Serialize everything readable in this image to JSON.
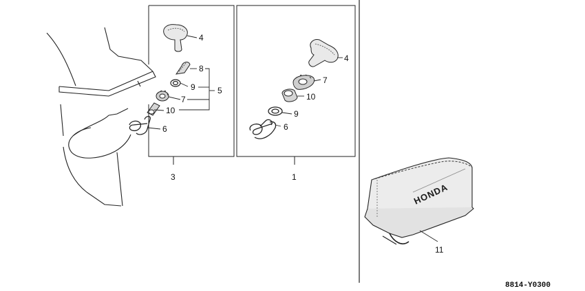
{
  "diagram": {
    "callouts": {
      "left_4": "4",
      "left_8": "8",
      "left_9": "9",
      "left_5": "5",
      "left_7": "7",
      "left_10": "10",
      "left_6": "6",
      "left_assembly_3": "3",
      "right_4": "4",
      "right_7": "7",
      "right_10": "10",
      "right_9": "9",
      "right_6": "6",
      "right_assembly_1": "1",
      "cover_11": "11"
    },
    "cover_brand": "HONDA",
    "reference_code": "8814-Y0300"
  }
}
